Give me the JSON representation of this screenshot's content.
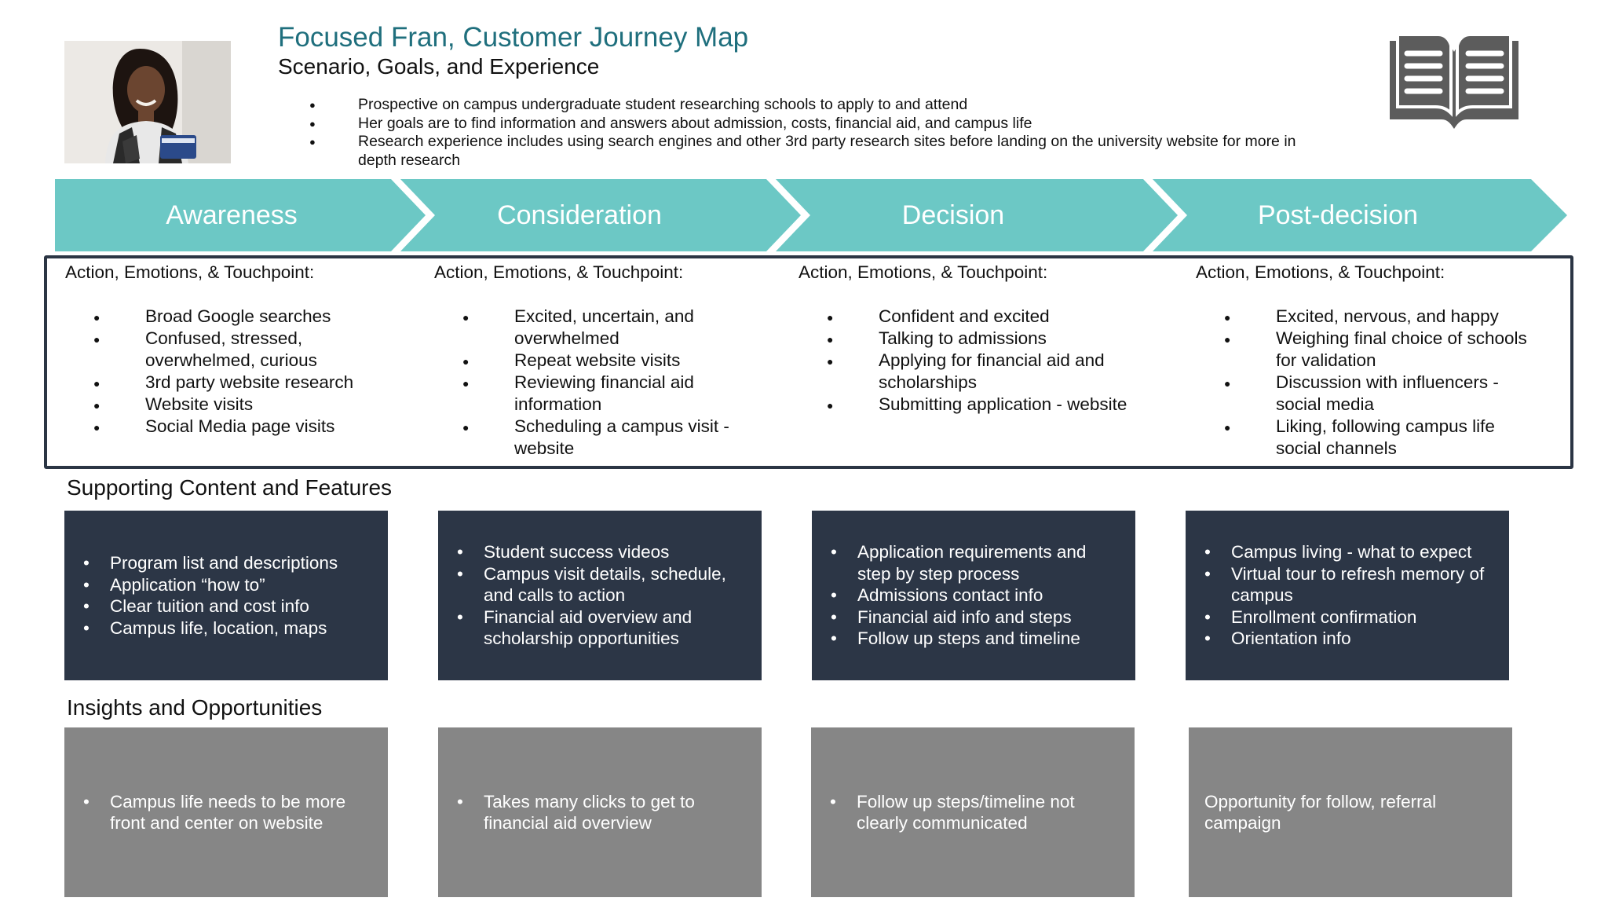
{
  "header": {
    "title": "Focused Fran, Customer Journey Map",
    "subtitle": "Scenario, Goals, and Experience",
    "scenario": [
      "Prospective on campus undergraduate student researching schools to apply to and attend",
      "Her goals are to find information and answers about admission, costs, financial aid, and campus life",
      "Research experience includes using search engines and other 3rd party research sites before landing on the university website for more in depth research"
    ],
    "icon": "open-book-icon"
  },
  "stages": [
    "Awareness",
    "Consideration",
    "Decision",
    "Post-decision"
  ],
  "colors": {
    "stage_arrow": "#6cc8c5",
    "dark_box": "#2c3646",
    "grey_box": "#868686",
    "title": "#1f6f7d"
  },
  "actions": {
    "heading": "Action, Emotions, & Touchpoint:",
    "columns": [
      [
        "Broad Google searches",
        "Confused, stressed, overwhelmed, curious",
        "3rd party website research",
        "Website visits",
        "Social Media page visits"
      ],
      [
        "Excited, uncertain, and overwhelmed",
        "Repeat website visits",
        "Reviewing financial aid information",
        "Scheduling a campus visit - website"
      ],
      [
        "Confident and excited",
        "Talking to admissions",
        "Applying for financial aid and scholarships",
        "Submitting application - website"
      ],
      [
        "Excited, nervous, and happy",
        "Weighing final choice of schools for validation",
        "Discussion with influencers - social media",
        "Liking, following campus life social channels"
      ]
    ]
  },
  "supporting": {
    "heading": "Supporting Content and Features",
    "boxes": [
      [
        "Program list and descriptions",
        "Application “how to”",
        "Clear tuition and cost info",
        "Campus life, location, maps"
      ],
      [
        "Student success videos",
        "Campus visit details, schedule, and calls to action",
        "Financial aid overview and scholarship opportunities"
      ],
      [
        "Application requirements and step by step process",
        "Admissions contact info",
        "Financial aid info and steps",
        "Follow up steps and timeline"
      ],
      [
        "Campus living - what to expect",
        "Virtual tour to refresh memory of campus",
        "Enrollment confirmation",
        "Orientation info"
      ]
    ]
  },
  "insights": {
    "heading": "Insights and Opportunities",
    "boxes": [
      [
        "Campus life needs to be more front and center on website"
      ],
      [
        "Takes many clicks to get to financial aid overview"
      ],
      [
        "Follow up steps/timeline not clearly communicated"
      ],
      [
        "Opportunity for follow, referral campaign"
      ]
    ]
  }
}
